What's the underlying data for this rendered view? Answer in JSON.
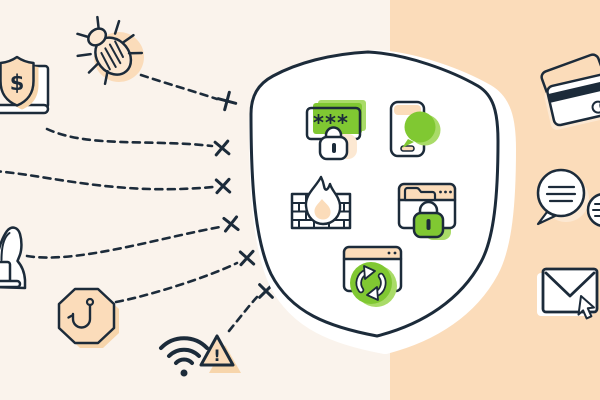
{
  "scene": {
    "description": "Cybersecurity illustration: online threats on the left are blocked (crossed out) by a central protection shield; secure activities shown on the right",
    "password_text": "***",
    "dollar_text": "$",
    "warning_text": "!"
  },
  "colors": {
    "navy": "#1c2b3a",
    "cream": "#faf3ec",
    "peach": "#fbdcba",
    "peach_light": "#fce8d2",
    "peach_deep": "#f7d5ab",
    "green": "#80c832",
    "green_light": "#a9db68",
    "white": "#ffffff"
  },
  "left_threat_icons": [
    {
      "name": "malware-bug-icon"
    },
    {
      "name": "money-scam-laptop-shield-icon"
    },
    {
      "name": "hacker-hoodie-laptop-icon"
    },
    {
      "name": "phishing-hook-octagon-icon"
    },
    {
      "name": "unsecured-wifi-warning-icon"
    }
  ],
  "shield_icons": [
    {
      "name": "password-lock-icon"
    },
    {
      "name": "secure-messaging-phone-icon"
    },
    {
      "name": "firewall-icon"
    },
    {
      "name": "locked-folder-icon"
    },
    {
      "name": "software-update-refresh-icon"
    }
  ],
  "right_icons": [
    {
      "name": "credit-cards-icon"
    },
    {
      "name": "chat-messages-icon"
    },
    {
      "name": "email-cursor-icon"
    }
  ],
  "blocked_x_marks": 6,
  "dashed_threat_paths": 6
}
